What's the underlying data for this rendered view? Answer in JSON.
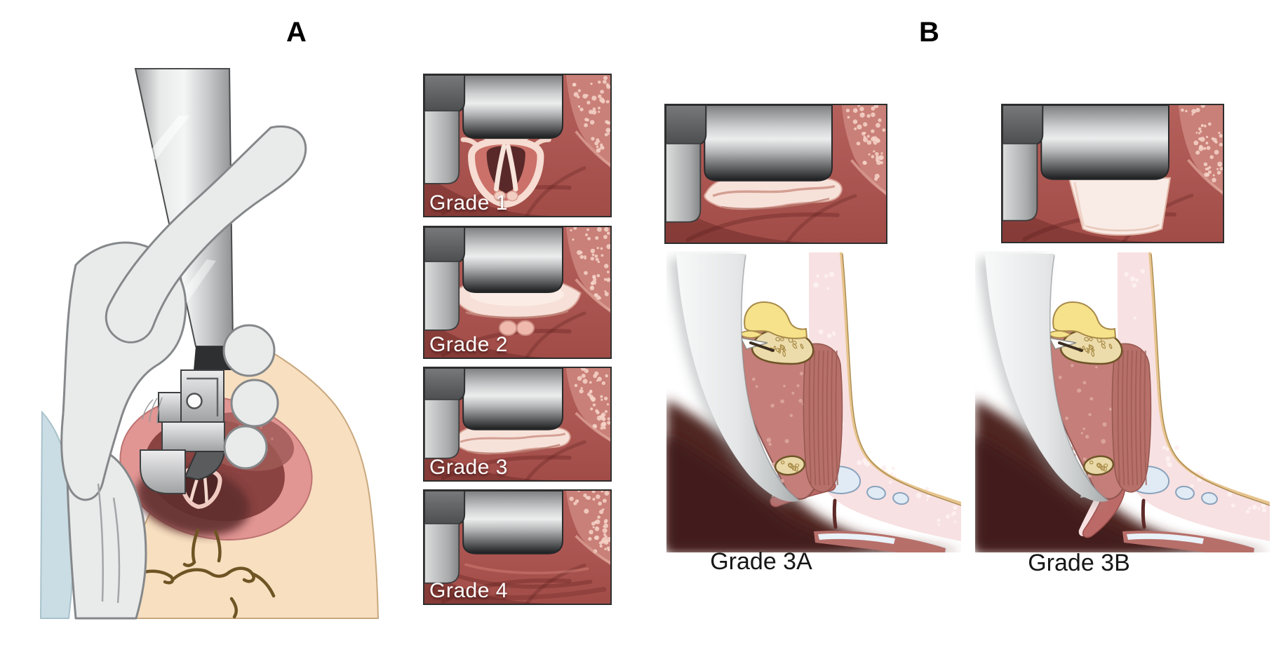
{
  "panels": {
    "a": {
      "label": "A"
    },
    "b": {
      "label": "B"
    }
  },
  "grade_views": [
    {
      "label": "Grade 1"
    },
    {
      "label": "Grade 2"
    },
    {
      "label": "Grade 3"
    },
    {
      "label": "Grade 4"
    }
  ],
  "b_views": [
    {
      "caption": "Grade 3A"
    },
    {
      "caption": "Grade 3B"
    }
  ],
  "colors": {
    "background": "#ffffff",
    "mucosa_red": "#b25854",
    "speckled_tissue": "#c98078",
    "pale_epiglottis": "#f7e2da",
    "blade_silver": "#d9dadb",
    "blade_dark": "#2b2d2e",
    "skin": "#f7dfc0",
    "glove": "#e9eaea",
    "drape_blue": "#cadde4",
    "lips_pink": "#e19694",
    "mouth_red": "#8a4341",
    "bone_trabecular": "#eddcab",
    "cartilage_yellow": "#f5e28a",
    "cartilage_blue": "#e0ebf5",
    "deep_maroon": "#4f2523",
    "grade_label_text": "#ffffff",
    "caption_text": "#161616"
  }
}
